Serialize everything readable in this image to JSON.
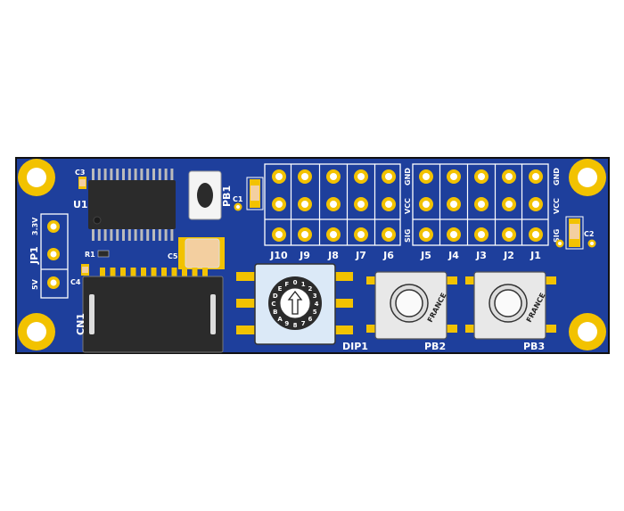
{
  "board": {
    "colors": {
      "substrate": "#1e3f9c",
      "copper": "#f2c200",
      "silkscreen": "#ffffff",
      "ic": "#2b2b2b"
    },
    "labels": {
      "u1": "U1",
      "c1": "C1",
      "c2": "C2",
      "c3": "C3",
      "c4": "C4",
      "c5": "C5",
      "r1": "R1",
      "pb1": "PB1",
      "pb2": "PB2",
      "pb3": "PB3",
      "cn1": "CN1",
      "dip1": "DIP1",
      "jp1": "JP1",
      "jp1_3v3": "3.3V",
      "jp1_5v": "5V"
    },
    "headers_left": [
      "J10",
      "J9",
      "J8",
      "J7",
      "J6"
    ],
    "headers_right": [
      "J5",
      "J4",
      "J3",
      "J2",
      "J1"
    ],
    "pin_rows": {
      "gnd": "GND",
      "vcc": "VCC",
      "sig": "SIG"
    },
    "button_marking": "FRANCE",
    "dip_digits": [
      "0",
      "1",
      "2",
      "3",
      "4",
      "5",
      "6",
      "7",
      "8",
      "9",
      "A",
      "B",
      "C",
      "D",
      "E",
      "F"
    ]
  }
}
